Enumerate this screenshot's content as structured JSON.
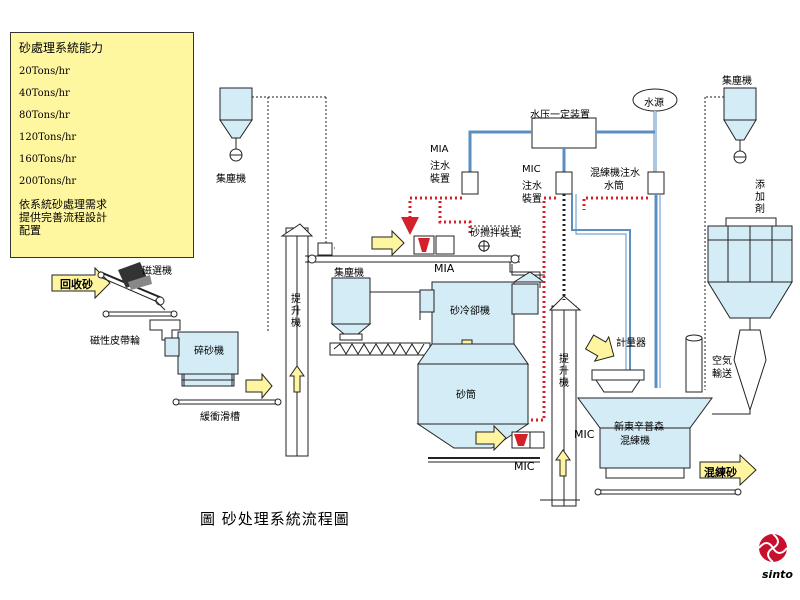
{
  "capacity_box": {
    "title": "砂處理系統能力",
    "rates": [
      "20Tons/hr",
      "40Tons/hr",
      "80Tons/hr",
      "120Tons/hr",
      "160Tons/hr",
      "200Tons/hr"
    ],
    "note_lines": [
      "依系統砂處理需求",
      "提供完善流程設計",
      "配置"
    ]
  },
  "labels": {
    "dust_collector_left": "集塵機",
    "dust_collector_right": "集塵機",
    "dust_collector_mid": "集塵機",
    "recycled_sand": "回收砂",
    "magnetic_separator": "磁選機",
    "magnetic_pulley": "磁性皮帶輪",
    "crusher": "碎砂機",
    "buffer_chute": "緩衝滑槽",
    "elevator_left": "提升機",
    "elevator_right": "提升機",
    "mia": "MIA",
    "sand_mixer_device": "砂攪拌裝置",
    "sand_cooler": "砂冷卻機",
    "sand_bin": "砂筒",
    "mia_water": [
      "MIA",
      "注水",
      "裝置"
    ],
    "mic_water": [
      "MIC",
      "注水",
      "裝置"
    ],
    "water_pressure": "水压一定装置",
    "water_source": "水源",
    "mixer_water_tank": [
      "混練機注水",
      "水筒"
    ],
    "additive": "添加剤",
    "metering": "計量器",
    "air_conveying": [
      "空気",
      "輸送"
    ],
    "mixer": [
      "新東辛普森",
      "混練機"
    ],
    "mic_upper": "MIC",
    "mic_lower": "MIC",
    "mixed_sand": "混練砂",
    "caption": "圖  砂处理系統流程圖",
    "logo": "sinto"
  },
  "colors": {
    "accent_blue": "#4f86b0",
    "equipment_fill": "#d4ecf5",
    "equipment_stroke": "#222222",
    "water_line": "#5a8fbf",
    "red_dotted": "#d4202a",
    "yellow_arrow": "#fff5a0",
    "capacity_bg": "#fff7a0",
    "logo_red": "#c8102e"
  }
}
